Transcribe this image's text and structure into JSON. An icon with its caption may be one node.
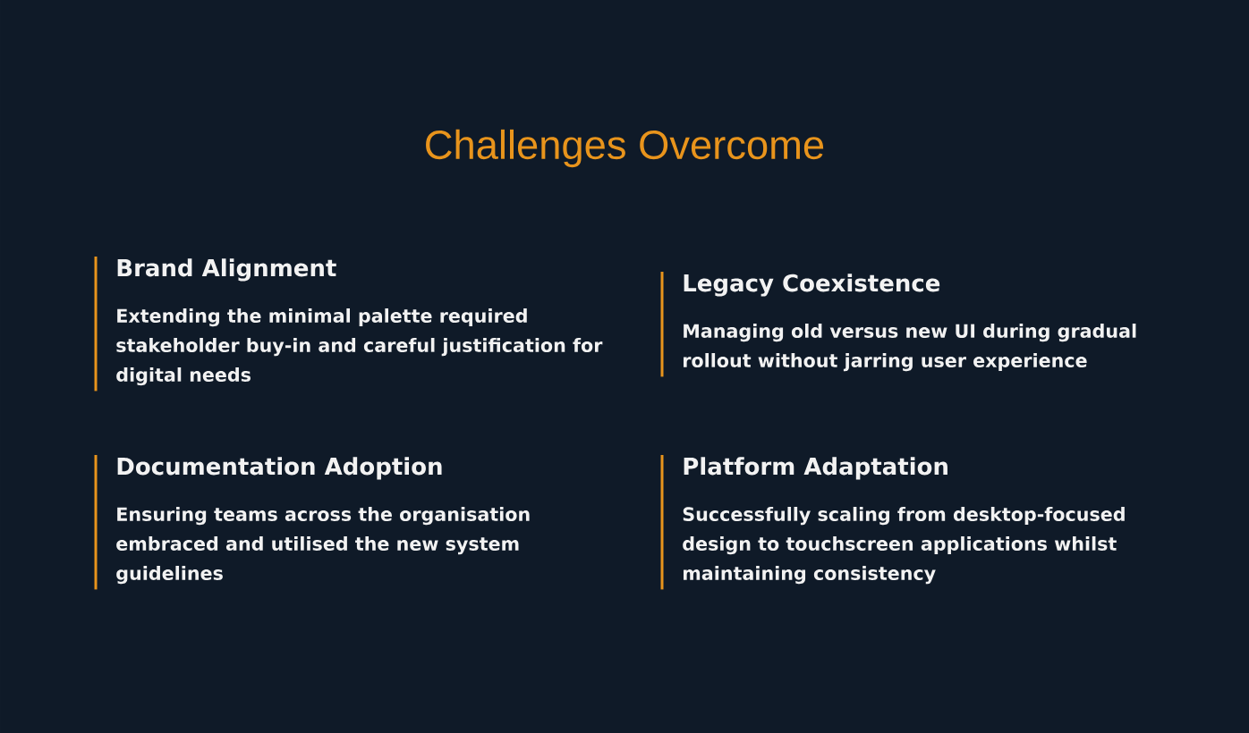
{
  "diagram": {
    "title": "Challenges Overcome",
    "nodes": [
      {
        "text": [
          "Brand Alignment",
          "Extending the minimal palette required stakeholder buy-in and careful justification for digital needs"
        ]
      },
      {
        "text": [
          "Legacy Coexistence",
          "Managing old versus new UI during gradual rollout without jarring user experience"
        ]
      },
      {
        "text": [
          "Documentation Adoption",
          "Ensuring teams across the organisation embraced and utilised the new system guidelines"
        ]
      },
      {
        "text": [
          "Platform Adaptation",
          "Successfully scaling from desktop-focused design to touchscreen applications whilst maintaining consistency"
        ]
      }
    ]
  }
}
